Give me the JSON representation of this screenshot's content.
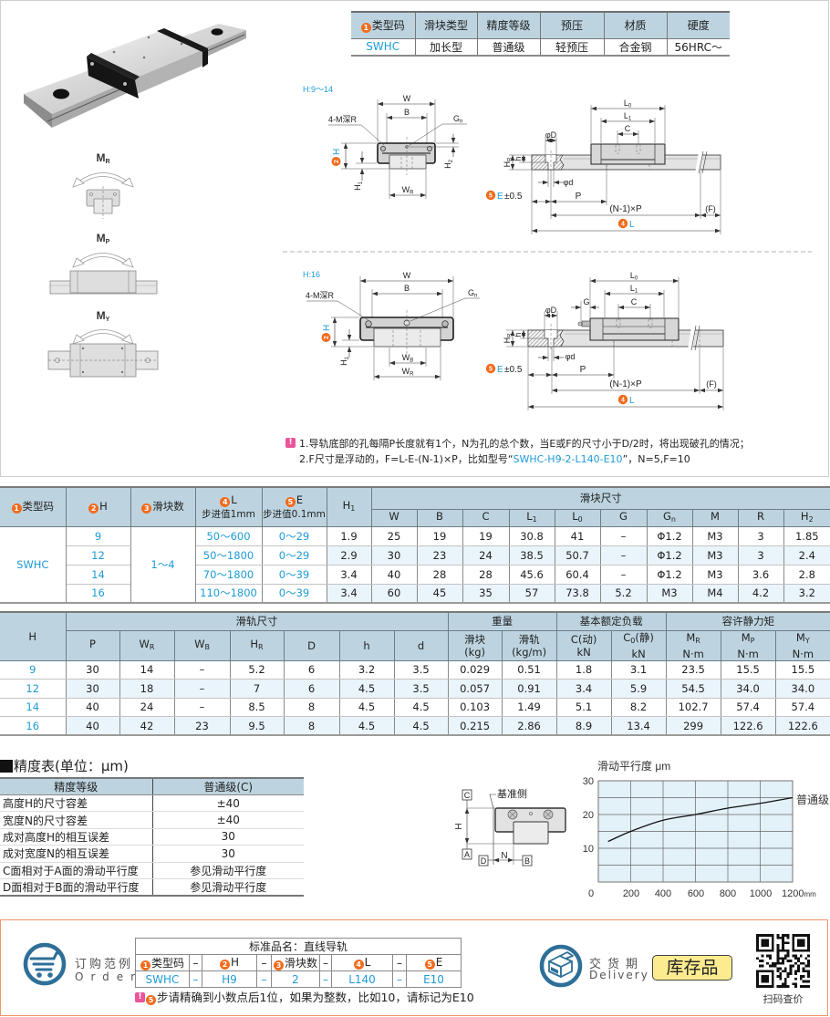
{
  "spec_table": {
    "headers": [
      {
        "badge": "1",
        "label": "类型码"
      },
      {
        "label": "滑块类型"
      },
      {
        "label": "精度等级"
      },
      {
        "label": "预压"
      },
      {
        "label": "材质"
      },
      {
        "label": "硬度"
      }
    ],
    "values": [
      "SWHC",
      "加长型",
      "普通级",
      "轻预压",
      "合金钢",
      "56HRC～"
    ]
  },
  "moment_diagrams": [
    {
      "label": "M",
      "sub": "R"
    },
    {
      "label": "M",
      "sub": "P"
    },
    {
      "label": "M",
      "sub": "Y"
    }
  ],
  "drawings": {
    "small": {
      "range_label": "H:9～14",
      "W": "W",
      "B": "B",
      "tap": "4-M深R",
      "Gn": "G",
      "Gn_sub": "n",
      "H_badge": "2",
      "H": "H",
      "H1": "H",
      "H1_sub": "1",
      "H2": "H",
      "H2_sub": "2",
      "WR": "W",
      "WR_sub": "R",
      "L0": "L",
      "L0_sub": "0",
      "L1": "L",
      "L1_sub": "1",
      "C": "C",
      "phiD": "φD",
      "phid": "φd",
      "HR": "H",
      "HR_sub": "R",
      "h": "h",
      "E_badge": "5",
      "E": "E",
      "E_tol": "±0.5",
      "P": "P",
      "NP": "(N-1)×P",
      "F": "(F)",
      "L_badge": "4",
      "L": "L"
    },
    "large": {
      "range_label": "H:16",
      "W": "W",
      "B": "B",
      "tap": "4-M深R",
      "Gn": "G",
      "Gn_sub": "n",
      "H_badge": "2",
      "H": "H",
      "H1": "H",
      "H1_sub": "1",
      "WB": "W",
      "WB_sub": "B",
      "WR": "W",
      "WR_sub": "R",
      "L0": "L",
      "L0_sub": "0",
      "L1": "L",
      "L1_sub": "1",
      "C": "C",
      "G": "G",
      "phiD": "φD",
      "phid": "φd",
      "HR": "H",
      "HR_sub": "R",
      "h": "h",
      "E_badge": "5",
      "E": "E",
      "E_tol": "±0.5",
      "P": "P",
      "NP": "(N-1)×P",
      "F": "(F)",
      "L_badge": "4",
      "L": "L"
    }
  },
  "notes": {
    "icon": "exclamation-icon",
    "line1": "1.导轨底部的孔每隔P长度就有1个，N为孔的总个数，当E或F的尺寸小于D/2时，将出现破孔的情况；",
    "line2_prefix": "2.F尺寸是浮动的，F=L-E-(N-1)×P，比如型号“",
    "line2_code": "SWHC-H9-2-L140-E10",
    "line2_suffix": "”，N=5,F=10"
  },
  "slider_table": {
    "headers": {
      "type_code": {
        "badge": "1",
        "label": "类型码"
      },
      "H": {
        "badge": "2",
        "label": "H"
      },
      "blocks": {
        "badge": "3",
        "label": "滑块数"
      },
      "L": {
        "badge": "4",
        "label": "L",
        "note": "步进值1mm"
      },
      "E": {
        "badge": "5",
        "label": "E",
        "note": "步进值0.1mm"
      },
      "H1": {
        "label": "H",
        "sub": "1"
      },
      "group": "滑块尺寸",
      "sub": [
        {
          "label": "W",
          "sub": ""
        },
        {
          "label": "B",
          "sub": ""
        },
        {
          "label": "C",
          "sub": ""
        },
        {
          "label": "L",
          "sub": "1"
        },
        {
          "label": "L",
          "sub": "0"
        },
        {
          "label": "G",
          "sub": ""
        },
        {
          "label": "G",
          "sub": "n"
        },
        {
          "label": "M",
          "sub": ""
        },
        {
          "label": "R",
          "sub": ""
        },
        {
          "label": "H",
          "sub": "2"
        }
      ]
    },
    "type_code": "SWHC",
    "block_count": "1～4",
    "rows": [
      {
        "H": "9",
        "L": "50～600",
        "E": "0～29",
        "values": [
          "1.9",
          "25",
          "19",
          "19",
          "30.8",
          "41",
          "–",
          "Φ1.2",
          "M3",
          "3",
          "1.85"
        ]
      },
      {
        "H": "12",
        "L": "50～1800",
        "E": "0～29",
        "values": [
          "2.9",
          "30",
          "23",
          "24",
          "38.5",
          "50.7",
          "–",
          "Φ1.2",
          "M3",
          "3",
          "2.4"
        ]
      },
      {
        "H": "14",
        "L": "70～1800",
        "E": "0～39",
        "values": [
          "3.4",
          "40",
          "28",
          "28",
          "45.6",
          "60.4",
          "–",
          "Φ1.2",
          "M3",
          "3.6",
          "2.8"
        ]
      },
      {
        "H": "16",
        "L": "110～1800",
        "E": "0～39",
        "values": [
          "3.4",
          "60",
          "45",
          "35",
          "57",
          "73.8",
          "5.2",
          "M3",
          "M4",
          "4.2",
          "3.2"
        ]
      }
    ]
  },
  "rail_table": {
    "headers": {
      "H": "H",
      "group_rail": "滑轨尺寸",
      "group_weight": "重量",
      "group_load": "基本额定负载",
      "group_moment": "容许静力矩",
      "sub": [
        {
          "label": "P",
          "sub": "",
          "suffix": "",
          "unit": ""
        },
        {
          "label": "W",
          "sub": "R",
          "suffix": "",
          "unit": ""
        },
        {
          "label": "W",
          "sub": "B",
          "suffix": "",
          "unit": ""
        },
        {
          "label": "H",
          "sub": "R",
          "suffix": "",
          "unit": ""
        },
        {
          "label": "D",
          "sub": "",
          "suffix": "",
          "unit": ""
        },
        {
          "label": "h",
          "sub": "",
          "suffix": "",
          "unit": ""
        },
        {
          "label": "d",
          "sub": "",
          "suffix": "",
          "unit": ""
        },
        {
          "label": "滑块",
          "sub": "",
          "suffix": "",
          "unit": "(kg)"
        },
        {
          "label": "滑轨",
          "sub": "",
          "suffix": "",
          "unit": "(kg/m)"
        },
        {
          "label": "C",
          "sub": "",
          "suffix": "(动)",
          "unit": "kN"
        },
        {
          "label": "C",
          "sub": "0",
          "suffix": "(静)",
          "unit": "kN"
        },
        {
          "label": "M",
          "sub": "R",
          "suffix": "",
          "unit": "N·m"
        },
        {
          "label": "M",
          "sub": "P",
          "suffix": "",
          "unit": "N·m"
        },
        {
          "label": "M",
          "sub": "Y",
          "suffix": "",
          "unit": "N·m"
        }
      ]
    },
    "rows": [
      {
        "H": "9",
        "values": [
          "30",
          "14",
          "–",
          "5.2",
          "6",
          "3.2",
          "3.5",
          "0.029",
          "0.51",
          "1.8",
          "3.1",
          "23.5",
          "15.5",
          "15.5"
        ]
      },
      {
        "H": "12",
        "values": [
          "30",
          "18",
          "–",
          "7",
          "6",
          "4.5",
          "3.5",
          "0.057",
          "0.91",
          "3.4",
          "5.9",
          "54.5",
          "34.0",
          "34.0"
        ]
      },
      {
        "H": "14",
        "values": [
          "40",
          "24",
          "–",
          "8.5",
          "8",
          "4.5",
          "4.5",
          "0.103",
          "1.49",
          "5.1",
          "8.2",
          "102.7",
          "57.4",
          "57.4"
        ]
      },
      {
        "H": "16",
        "values": [
          "40",
          "42",
          "23",
          "9.5",
          "8",
          "4.5",
          "4.5",
          "0.215",
          "2.86",
          "8.9",
          "13.4",
          "299",
          "122.6",
          "122.6"
        ]
      }
    ]
  },
  "accuracy_table": {
    "title": "精度表(单位：μm)",
    "headers": [
      "精度等级",
      "普通级(C)"
    ],
    "rows": [
      [
        "高度H的尺寸容差",
        "±40"
      ],
      [
        "宽度N的尺寸容差",
        "±40"
      ],
      [
        "成对高度H的相互误差",
        "30"
      ],
      [
        "成对宽度N的相互误差",
        "30"
      ],
      [
        "C面相对于A面的滑动平行度",
        "参见滑动平行度"
      ],
      [
        "D面相对于B面的滑动平行度",
        "参见滑动平行度"
      ]
    ]
  },
  "reference_diagram": {
    "label": "基准侧",
    "C": "C",
    "A": "A",
    "D": "D",
    "B": "B",
    "H": "H",
    "N": "N"
  },
  "chart_data": {
    "type": "line",
    "title": "滑动平行度 μm",
    "xlabel": "",
    "x_unit": "mm",
    "ylabel": "滑动平行度 μm",
    "x_ticks": [
      "0",
      "200",
      "400",
      "600",
      "800",
      "1000",
      "1200"
    ],
    "y_ticks": [
      "10",
      "20",
      "30"
    ],
    "xlim": [
      0,
      1200
    ],
    "ylim": [
      0,
      30
    ],
    "grid": true,
    "legend_position": "label at right end of line",
    "series": [
      {
        "name": "普通级",
        "x": [
          60,
          200,
          400,
          600,
          800,
          1000,
          1200
        ],
        "y": [
          12,
          15,
          18.3,
          20,
          21.9,
          23.3,
          25
        ]
      }
    ]
  },
  "order": {
    "section_label": "订购范例",
    "section_label_en": "Order",
    "title": "标准品名：直线导轨",
    "headers": [
      {
        "badge": "1",
        "label": "类型码"
      },
      {
        "label": "–"
      },
      {
        "badge": "2",
        "label": "H"
      },
      {
        "label": "–"
      },
      {
        "badge": "3",
        "label": "滑块数"
      },
      {
        "label": "–"
      },
      {
        "badge": "4",
        "label": "L"
      },
      {
        "label": "–"
      },
      {
        "badge": "5",
        "label": "E"
      }
    ],
    "values": [
      "SWHC",
      "–",
      "H9",
      "–",
      "2",
      "–",
      "L140",
      "–",
      "E10"
    ],
    "note_badge": "5",
    "note": "步请精确到小数点后1位，如果为整数，比如10，请标记为E10"
  },
  "delivery": {
    "label": "交货期",
    "label_en": "Delivery",
    "status": "库存品",
    "qr_caption": "扫码查价"
  },
  "colors": {
    "header_bg": "#bdd4e0",
    "alt_row_bg": "#eaf4fb",
    "accent_blue": "#1e9bd7",
    "badge_orange": "#f26b1d",
    "order_border": "#f0956a",
    "icon_blue": "#2e6f98",
    "stock_bg": "#fdeb8f",
    "warn_pink": "#e8559a",
    "chart_bg": "#e3f1f8"
  }
}
